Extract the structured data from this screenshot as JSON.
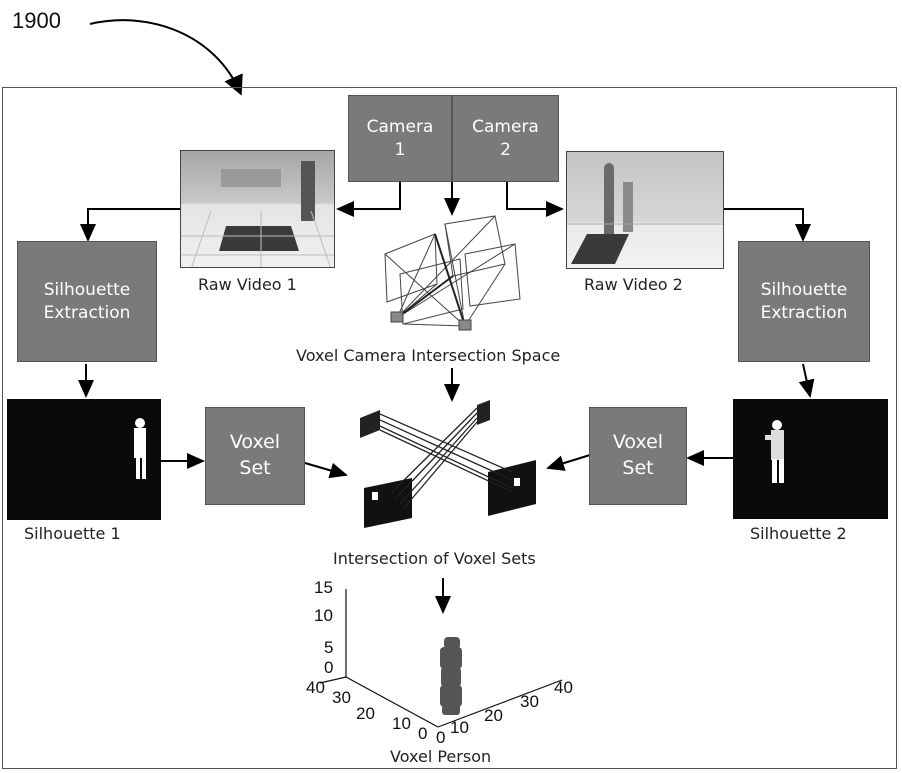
{
  "figure_number": "1900",
  "boxes": {
    "camera1": "Camera\n1",
    "camera2": "Camera\n2",
    "silhouette_extraction_left": "Silhouette\nExtraction",
    "silhouette_extraction_right": "Silhouette\nExtraction",
    "voxel_set_left": "Voxel\nSet",
    "voxel_set_right": "Voxel\nSet"
  },
  "captions": {
    "raw_video_1": "Raw Video 1",
    "raw_video_2": "Raw Video 2",
    "voxel_camera_space": "Voxel Camera Intersection Space",
    "silhouette_1": "Silhouette 1",
    "silhouette_2": "Silhouette 2",
    "intersection": "Intersection of Voxel Sets",
    "voxel_person": "Voxel Person"
  },
  "plot": {
    "z_ticks": [
      "15",
      "10",
      "5",
      "0"
    ],
    "y_ticks": [
      "40",
      "30",
      "20",
      "10",
      "0"
    ],
    "x_ticks": [
      "0",
      "10",
      "20",
      "30",
      "40"
    ]
  },
  "colors": {
    "box_fill": "#7a7a7a",
    "box_text": "#ffffff",
    "arrow": "#000000",
    "silhouette_bg": "#0a0a0a"
  }
}
